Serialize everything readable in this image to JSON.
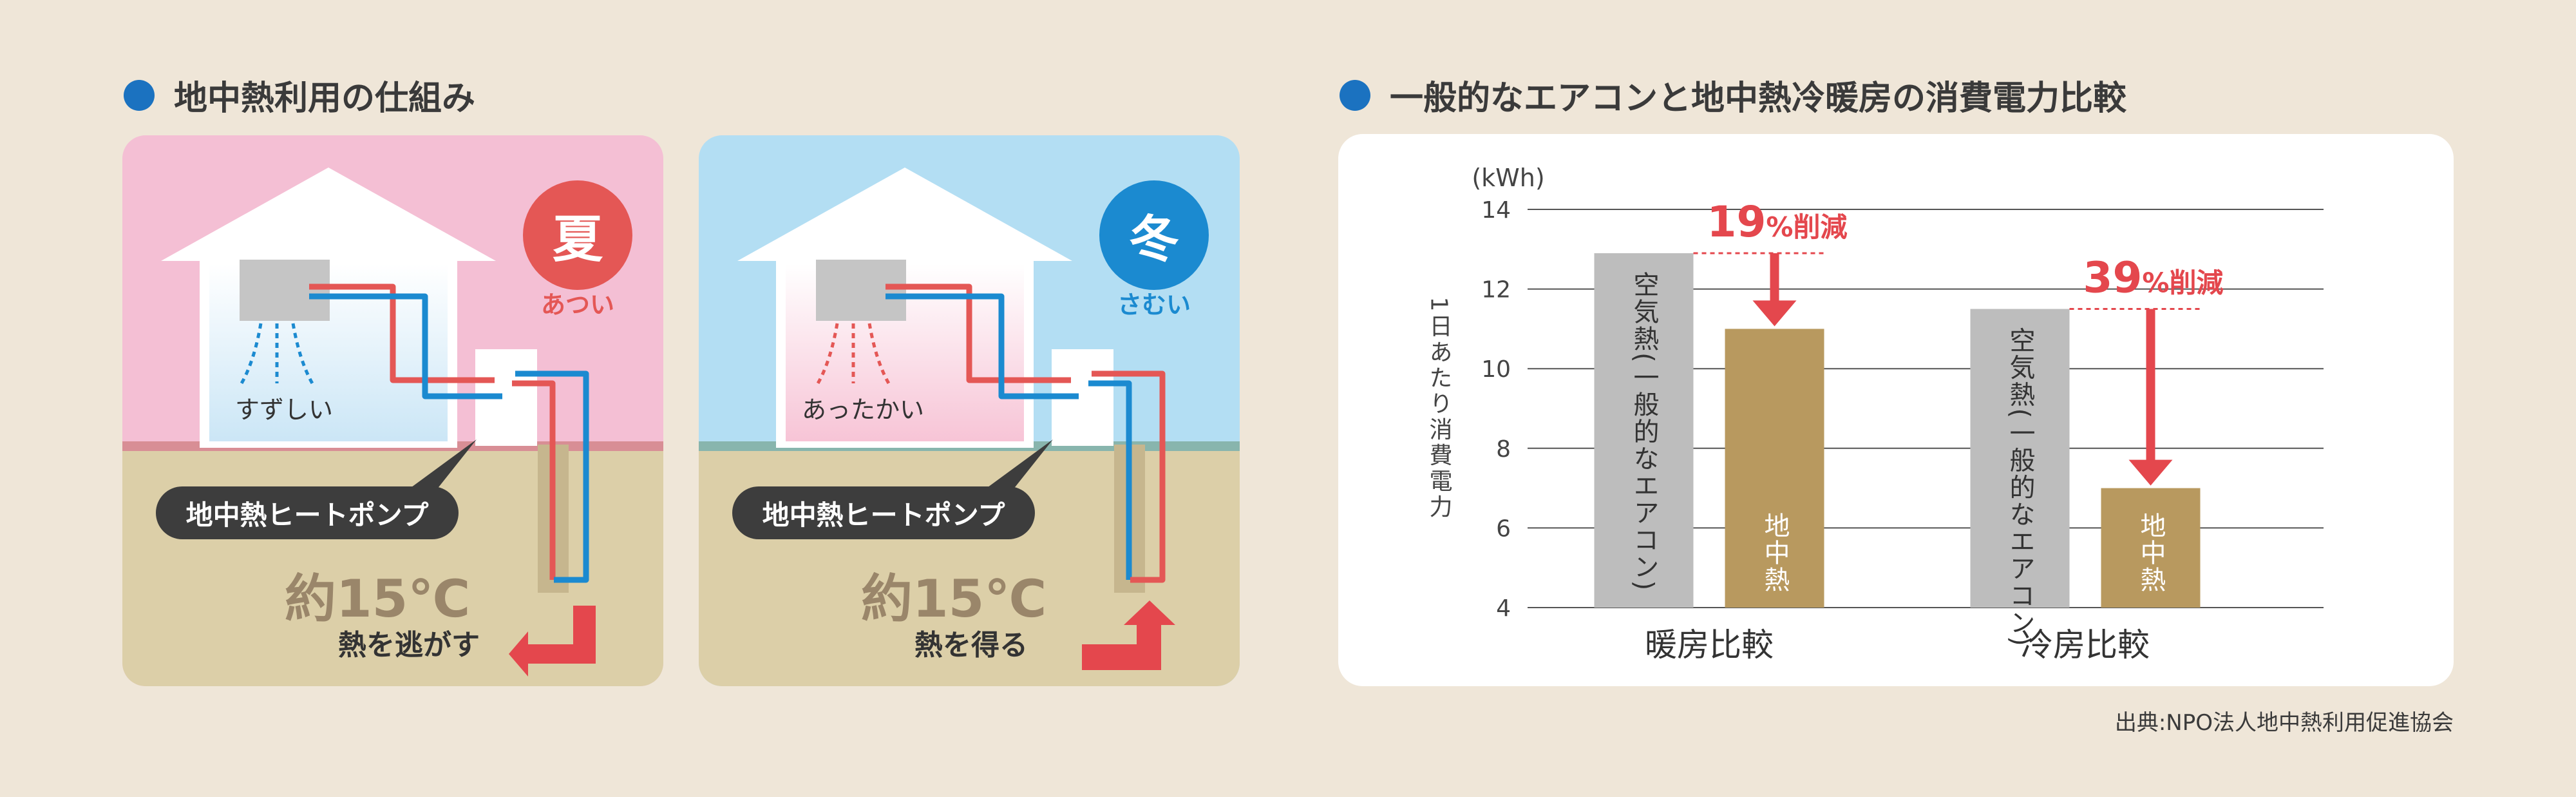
{
  "left_section": {
    "heading": "地中熱利用の仕組み",
    "summer": {
      "badge": "夏",
      "badge_caption": "あつい",
      "room_text": "すずしい",
      "heat_pump_label": "地中熱ヒートポンプ",
      "ground_temp": "約15℃",
      "effect": "熱を逃がす"
    },
    "winter": {
      "badge": "冬",
      "badge_caption": "さむい",
      "room_text": "あったかい",
      "heat_pump_label": "地中熱ヒートポンプ",
      "ground_temp": "約15℃",
      "effect": "熱を得る"
    }
  },
  "right_section": {
    "heading": "一般的なエアコンと地中熱冷暖房の消費電力比較",
    "source": "出典:NPO法人地中熱利用促進協会"
  },
  "colors": {
    "accent_blue": "#1b72c0",
    "summer_red": "#e45755",
    "winter_blue": "#1b8ad0",
    "bar_gray": "#bdbdbd",
    "bar_gold": "#b8995f",
    "arrow_red": "#e4474d"
  },
  "chart_data": {
    "type": "bar",
    "ylabel": "1日あたり消費電力",
    "unit": "(kWh)",
    "ylim": [
      4,
      14
    ],
    "yticks": [
      4,
      6,
      8,
      10,
      12,
      14
    ],
    "grid": true,
    "categories": [
      "暖房比較",
      "冷房比較"
    ],
    "series": [
      {
        "name": "空気熱(一般的なエアコン)",
        "values": [
          12.9,
          11.5
        ]
      },
      {
        "name": "地中熱",
        "values": [
          11.0,
          7.0
        ]
      }
    ],
    "reductions": [
      {
        "number": "19",
        "suffix": "%削減"
      },
      {
        "number": "39",
        "suffix": "%削減"
      }
    ]
  }
}
